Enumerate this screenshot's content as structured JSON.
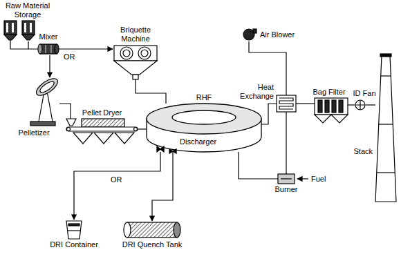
{
  "diagram": {
    "nodes": [
      {
        "text": [
          "Raw Material Storage"
        ]
      },
      {
        "text": [
          "Mixer"
        ]
      },
      {
        "text": [
          "Briquette Machine"
        ]
      },
      {
        "text": [
          "Air Blower"
        ]
      },
      {
        "text": [
          "Pelletizer"
        ]
      },
      {
        "text": [
          "Heat Exchange"
        ]
      },
      {
        "text": [
          "Bag Filter"
        ]
      },
      {
        "text": [
          "ID Fan"
        ]
      },
      {
        "text": [
          "Stack"
        ]
      },
      {
        "text": [
          "Pellet Dryer"
        ]
      },
      {
        "text": [
          "RHF"
        ]
      },
      {
        "text": [
          "Burner"
        ]
      },
      {
        "text": [
          "DRI Container"
        ]
      },
      {
        "text": [
          "DRI Quench Tank"
        ]
      }
    ],
    "edges": [
      {
        "from": 0,
        "to": 1,
        "arrow": "none"
      },
      {
        "from": 1,
        "to": 2,
        "arrow": "to"
      },
      {
        "from": 1,
        "to": 4,
        "arrow": "to"
      },
      {
        "from": 4,
        "to": 9,
        "arrow": "none"
      },
      {
        "from": 2,
        "to": 10,
        "arrow": "none"
      },
      {
        "from": 9,
        "to": 10,
        "arrow": "none"
      },
      {
        "from": 3,
        "to": 5,
        "arrow": "none"
      },
      {
        "from": 10,
        "to": 5,
        "arrow": "none"
      },
      {
        "from": 5,
        "to": 6,
        "arrow": "none"
      },
      {
        "from": 6,
        "to": 7,
        "arrow": "none"
      },
      {
        "from": 7,
        "to": 8,
        "arrow": "none"
      },
      {
        "from": 5,
        "to": 11,
        "arrow": "none"
      },
      {
        "from": 11,
        "to": 10,
        "arrow": "none"
      },
      {
        "from": 10,
        "to": 12,
        "arrow": "to"
      },
      {
        "from": 10,
        "to": 13,
        "arrow": "to"
      }
    ],
    "labels": [
      "OR",
      "OR",
      "Discharger",
      "Fuel"
    ]
  }
}
